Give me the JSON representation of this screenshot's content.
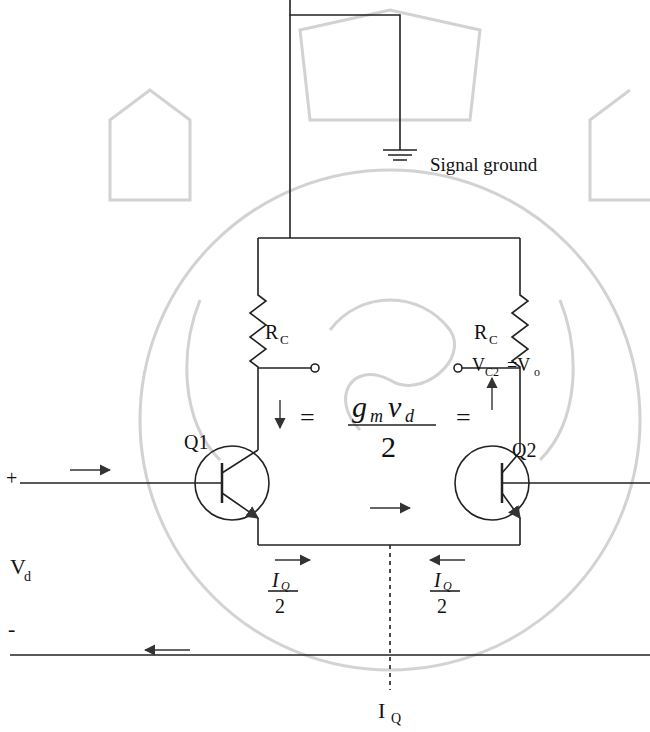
{
  "diagram": {
    "labels": [
      "Signal ground",
      "R",
      "C",
      "R",
      "C",
      "V",
      "C2",
      "=V",
      "o",
      "Q1",
      "Q2",
      "g",
      "m",
      "v",
      "d",
      "2",
      "=",
      "=",
      "+",
      "V",
      "d",
      "-",
      "I",
      "Q",
      "2",
      "I",
      "Q",
      "2",
      "I",
      "Q"
    ]
  }
}
